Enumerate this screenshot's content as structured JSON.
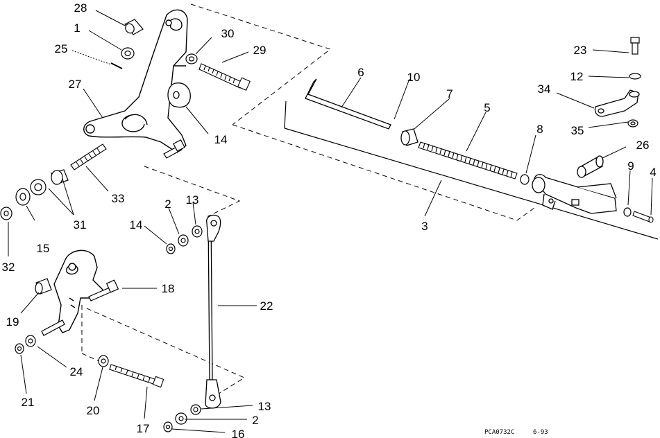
{
  "callouts": [
    {
      "id": "1",
      "text": "1"
    },
    {
      "id": "2a",
      "text": "2"
    },
    {
      "id": "2b",
      "text": "2"
    },
    {
      "id": "3",
      "text": "3"
    },
    {
      "id": "4",
      "text": "4"
    },
    {
      "id": "5",
      "text": "5"
    },
    {
      "id": "6",
      "text": "6"
    },
    {
      "id": "7",
      "text": "7"
    },
    {
      "id": "8",
      "text": "8"
    },
    {
      "id": "9",
      "text": "9"
    },
    {
      "id": "10",
      "text": "10"
    },
    {
      "id": "12",
      "text": "12"
    },
    {
      "id": "13a",
      "text": "13"
    },
    {
      "id": "13b",
      "text": "13"
    },
    {
      "id": "14a",
      "text": "14"
    },
    {
      "id": "14b",
      "text": "14"
    },
    {
      "id": "15",
      "text": "15"
    },
    {
      "id": "16",
      "text": "16"
    },
    {
      "id": "17",
      "text": "17"
    },
    {
      "id": "18",
      "text": "18"
    },
    {
      "id": "19",
      "text": "19"
    },
    {
      "id": "20",
      "text": "20"
    },
    {
      "id": "21",
      "text": "21"
    },
    {
      "id": "22",
      "text": "22"
    },
    {
      "id": "23",
      "text": "23"
    },
    {
      "id": "24",
      "text": "24"
    },
    {
      "id": "25",
      "text": "25"
    },
    {
      "id": "26",
      "text": "26"
    },
    {
      "id": "27",
      "text": "27"
    },
    {
      "id": "28",
      "text": "28"
    },
    {
      "id": "29",
      "text": "29"
    },
    {
      "id": "30",
      "text": "30"
    },
    {
      "id": "31",
      "text": "31"
    },
    {
      "id": "32",
      "text": "32"
    },
    {
      "id": "33",
      "text": "33"
    },
    {
      "id": "34",
      "text": "34"
    },
    {
      "id": "35",
      "text": "35"
    }
  ],
  "footer": {
    "drawing_code": "PCA0732C",
    "revision": "6-93"
  }
}
